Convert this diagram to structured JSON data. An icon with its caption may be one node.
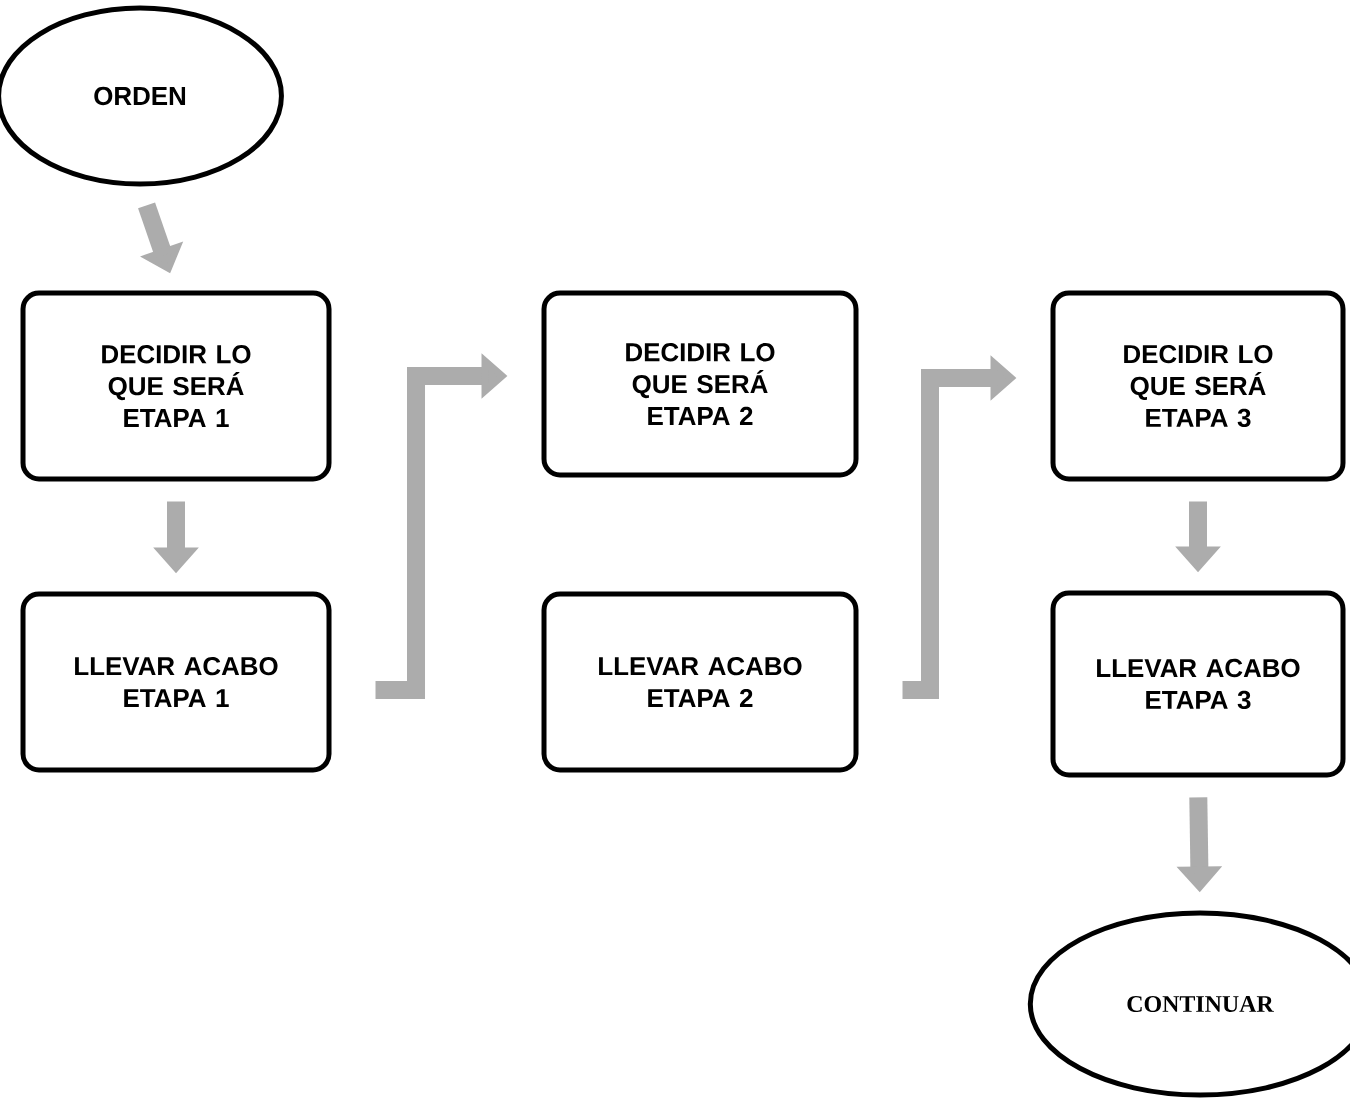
{
  "diagram": {
    "nodes": [
      {
        "text": [
          "ORDEN"
        ]
      },
      {
        "text": [
          "DECIDIR LO QUE SERÁ ETAPA 1"
        ]
      },
      {
        "text": [
          "LLEVAR ACABO ETAPA 1"
        ]
      },
      {
        "text": [
          "DECIDIR LO QUE SERÁ ETAPA 2"
        ]
      },
      {
        "text": [
          "LLEVAR ACABO ETAPA 2"
        ]
      },
      {
        "text": [
          "DECIDIR LO QUE SERÁ ETAPA 3"
        ]
      },
      {
        "text": [
          "LLEVAR ACABO ETAPA 3"
        ]
      },
      {
        "text": [
          "CONTINUAR"
        ]
      }
    ],
    "edges": [
      {
        "from": 0,
        "to": 1,
        "arrow": "to"
      },
      {
        "from": 1,
        "to": 2,
        "arrow": "to"
      },
      {
        "from": 2,
        "to": 3,
        "arrow": "to"
      },
      {
        "from": 4,
        "to": 5,
        "arrow": "to"
      },
      {
        "from": 5,
        "to": 6,
        "arrow": "to"
      },
      {
        "from": 6,
        "to": 7,
        "arrow": "to"
      }
    ]
  }
}
